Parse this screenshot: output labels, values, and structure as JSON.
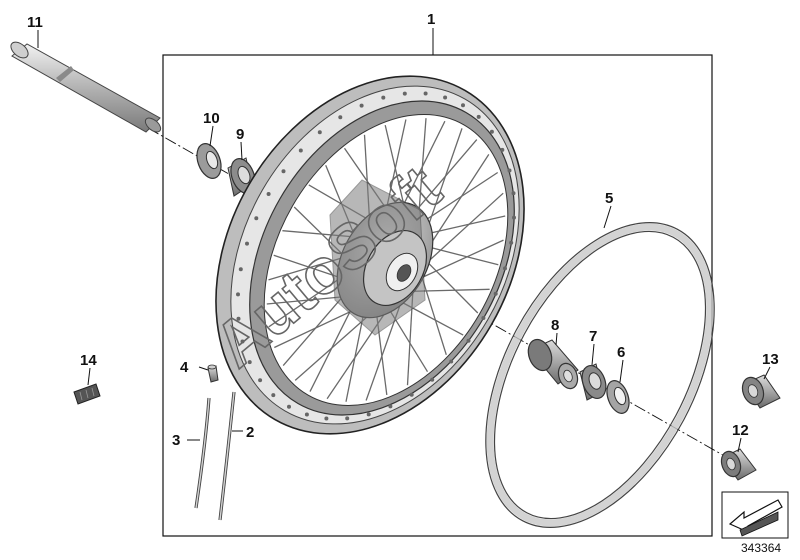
{
  "diagram": {
    "catalog_number": "343364",
    "watermark": "AutoSoft",
    "callouts": [
      {
        "id": "1",
        "label": "1"
      },
      {
        "id": "2",
        "label": "2"
      },
      {
        "id": "3",
        "label": "3"
      },
      {
        "id": "4",
        "label": "4"
      },
      {
        "id": "5",
        "label": "5"
      },
      {
        "id": "6",
        "label": "6"
      },
      {
        "id": "7",
        "label": "7"
      },
      {
        "id": "8",
        "label": "8"
      },
      {
        "id": "9",
        "label": "9"
      },
      {
        "id": "10",
        "label": "10"
      },
      {
        "id": "11",
        "label": "11"
      },
      {
        "id": "12",
        "label": "12"
      },
      {
        "id": "13",
        "label": "13"
      },
      {
        "id": "14",
        "label": "14"
      }
    ],
    "parts": [
      {
        "callout": "1",
        "icon": "wheel-assembly-icon"
      },
      {
        "callout": "2",
        "icon": "spoke-icon"
      },
      {
        "callout": "3",
        "icon": "spoke-icon"
      },
      {
        "callout": "4",
        "icon": "spoke-nipple-icon"
      },
      {
        "callout": "5",
        "icon": "rim-tape-icon"
      },
      {
        "callout": "6",
        "icon": "seal-ring-icon"
      },
      {
        "callout": "7",
        "icon": "ball-bearing-icon"
      },
      {
        "callout": "8",
        "icon": "spacer-sleeve-icon"
      },
      {
        "callout": "9",
        "icon": "ball-bearing-icon"
      },
      {
        "callout": "10",
        "icon": "shaft-seal-icon"
      },
      {
        "callout": "11",
        "icon": "axle-icon"
      },
      {
        "callout": "12",
        "icon": "spacer-bushing-icon"
      },
      {
        "callout": "13",
        "icon": "spacer-bushing-icon"
      },
      {
        "callout": "14",
        "icon": "balance-weight-icon"
      }
    ],
    "colors": {
      "line": "#111111",
      "metal": "#a0a0a0",
      "metal_dark": "#6e6e6e",
      "metal_light": "#d6d6d6"
    }
  }
}
